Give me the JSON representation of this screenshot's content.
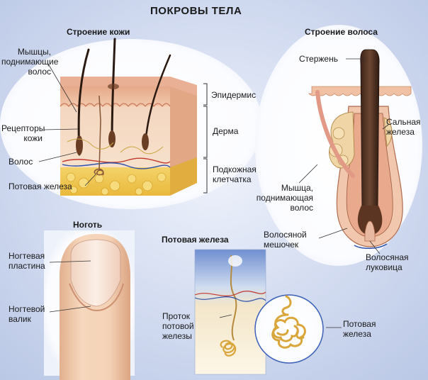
{
  "title": "ПОКРОВЫ ТЕЛА",
  "skin": {
    "heading": "Строение кожи",
    "muscle": "Мышцы,\nподнимающие\nволос",
    "receptors": "Рецепторы\nкожи",
    "hair": "Волос",
    "sweat_gland": "Потовая железа",
    "epidermis": "Эпидермис",
    "dermis": "Дерма",
    "subcutaneous": "Подкожная\nклетчатка"
  },
  "hair_structure": {
    "heading": "Строение волоса",
    "shaft": "Стержень",
    "sebaceous": "Сальная\nжелеза",
    "muscle": "Мышца,\nподнимающая\nволос",
    "follicle": "Волосяной\nмешочек",
    "bulb": "Волосяная\nлуковица"
  },
  "nail": {
    "heading": "Ноготь",
    "plate": "Ногтевая\nпластина",
    "fold": "Ногтевой\nвалик"
  },
  "sweat": {
    "heading": "Потовая железа",
    "duct": "Проток\nпотовой\nжелезы",
    "gland": "Потовая\nжелеза"
  }
}
